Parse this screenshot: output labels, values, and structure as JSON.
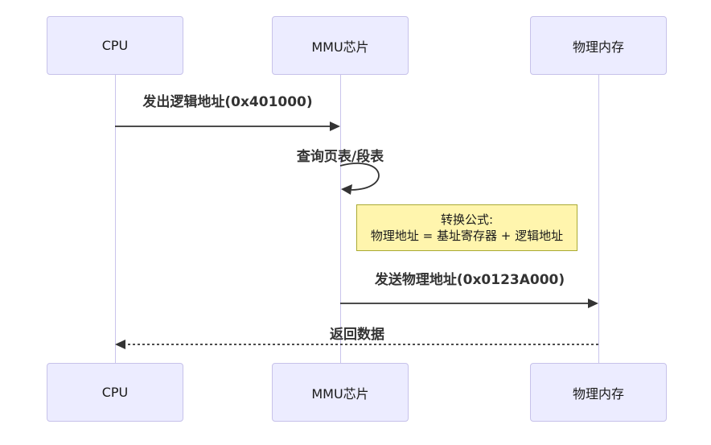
{
  "diagram": {
    "type": "sequence-diagram",
    "topic": "MMU address translation",
    "colors": {
      "background": "#ffffff",
      "actor_fill": "#ececff",
      "actor_border": "#c7c2ea",
      "lifeline": "#c9c4ec",
      "arrow": "#333333",
      "message_text": "#333333",
      "note_fill": "#fff5ad",
      "note_border": "#aaaa33"
    },
    "actors": [
      {
        "id": "cpu",
        "label": "CPU"
      },
      {
        "id": "mmu",
        "label": "MMU芯片"
      },
      {
        "id": "mem",
        "label": "物理内存"
      }
    ],
    "messages": [
      {
        "from": "CPU",
        "to": "MMU芯片",
        "style": "solid-arrow",
        "label": "发出逻辑地址(0x401000)"
      },
      {
        "from": "MMU芯片",
        "to": "MMU芯片",
        "style": "self-loop",
        "label": "查询页表/段表"
      },
      {
        "from": "MMU芯片",
        "to": "物理内存",
        "style": "solid-arrow",
        "label": "发送物理地址(0x0123A000)"
      },
      {
        "from": "物理内存",
        "to": "CPU",
        "style": "dashed-arrow",
        "label": "返回数据"
      }
    ],
    "note": {
      "position": "between MMU芯片 and 物理内存",
      "line1": "转换公式:",
      "line2": "物理地址 = 基址寄存器 + 逻辑地址"
    }
  }
}
